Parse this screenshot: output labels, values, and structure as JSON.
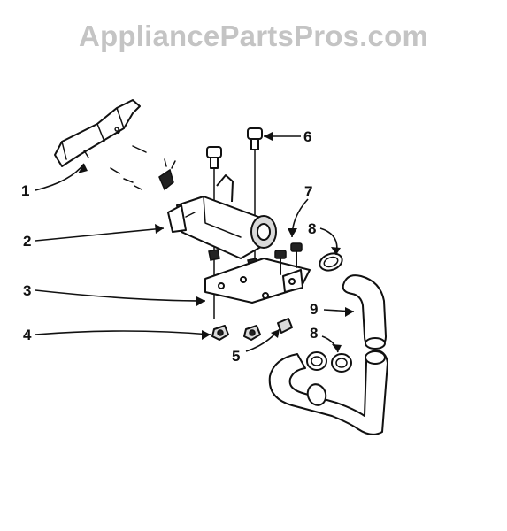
{
  "watermark": "AppliancePartsPros.com",
  "callouts": [
    {
      "id": "1",
      "label": "1"
    },
    {
      "id": "2",
      "label": "2"
    },
    {
      "id": "3",
      "label": "3"
    },
    {
      "id": "4",
      "label": "4"
    },
    {
      "id": "5",
      "label": "5"
    },
    {
      "id": "6",
      "label": "6"
    },
    {
      "id": "7",
      "label": "7"
    },
    {
      "id": "8a",
      "label": "8"
    },
    {
      "id": "8b",
      "label": "8"
    },
    {
      "id": "9",
      "label": "9"
    }
  ],
  "colors": {
    "line": "#111111",
    "watermark": "#c4c4c4",
    "background": "#ffffff"
  }
}
